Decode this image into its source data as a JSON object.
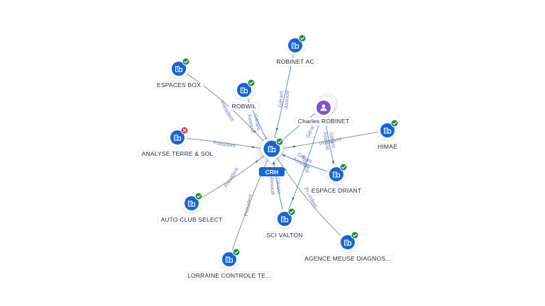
{
  "colors": {
    "accent": "#1565d8",
    "person": "#7b4fd6",
    "active": "#1e8a3a",
    "inactive": "#d32f4b",
    "edge_gerant": "#1f6fb8",
    "edge_president": "#4a7c59",
    "edge_label": "#6d7ab8"
  },
  "center": {
    "id": "crh",
    "label": "CRH",
    "status": "active",
    "icon": "company-icon"
  },
  "nodes": [
    {
      "id": "robinet-ac",
      "label": "ROBINET AC",
      "type": "company",
      "status": "active",
      "icon": "company-icon"
    },
    {
      "id": "espaces-box",
      "label": "ESPACES BOX",
      "type": "company",
      "status": "active",
      "icon": "company-icon"
    },
    {
      "id": "robwil",
      "label": "ROBWIL",
      "type": "company",
      "status": "active",
      "icon": "company-icon"
    },
    {
      "id": "charles-robinet",
      "label": "Charles ROBINET",
      "type": "person",
      "status": "none",
      "icon": "person-icon"
    },
    {
      "id": "himae",
      "label": "HIMAÉ",
      "type": "company",
      "status": "active",
      "icon": "company-icon"
    },
    {
      "id": "analyse-terre",
      "label": "ANALYSE TERRE & SOL",
      "type": "company",
      "status": "inactive",
      "icon": "company-icon"
    },
    {
      "id": "espace-driant",
      "label": "ESPACE DRIANT",
      "type": "company",
      "status": "active",
      "icon": "company-icon"
    },
    {
      "id": "auto-club",
      "label": "AUTO CLUB SELECT",
      "type": "company",
      "status": "active",
      "icon": "company-icon"
    },
    {
      "id": "sci-valton",
      "label": "SCI VALTON",
      "type": "company",
      "status": "active",
      "icon": "company-icon"
    },
    {
      "id": "agence-meuse",
      "label": "AGENCE MEUSE DIAGNOS...",
      "type": "company",
      "status": "active",
      "icon": "company-icon"
    },
    {
      "id": "lorraine",
      "label": "LORRAINE CONTROLE TE...",
      "type": "company",
      "status": "active",
      "icon": "company-icon"
    }
  ],
  "edges": [
    {
      "id": "e-robinet-ac",
      "from": "robinet-ac",
      "to": "crh",
      "role": "gerant",
      "labels": [
        "Gérant",
        "Associé"
      ]
    },
    {
      "id": "e-espaces-box",
      "from": "espaces-box",
      "to": "crh",
      "role": "president",
      "labels": [
        "Président"
      ]
    },
    {
      "id": "e-robwil",
      "from": "robwil",
      "to": "crh",
      "role": "gerant",
      "labels": [
        "Gérant",
        "Associé"
      ]
    },
    {
      "id": "e-analyse",
      "from": "analyse-terre",
      "to": "crh",
      "role": "president",
      "labels": [
        "Président"
      ]
    },
    {
      "id": "e-auto-club",
      "from": "auto-club",
      "to": "crh",
      "role": "president",
      "labels": [
        "Président"
      ]
    },
    {
      "id": "e-lorraine",
      "from": "lorraine",
      "to": "crh",
      "role": "president",
      "labels": [
        "Président"
      ]
    },
    {
      "id": "e-sci-valton",
      "from": "sci-valton",
      "to": "crh",
      "role": "gerant",
      "labels": [
        "Gérant",
        "Associé"
      ]
    },
    {
      "id": "e-himae",
      "from": "himae",
      "to": "crh",
      "role": "president",
      "labels": [
        "Président"
      ]
    },
    {
      "id": "e-espace-driant",
      "from": "espace-driant",
      "to": "crh",
      "role": "gerant",
      "labels": [
        "Gérant",
        "Associé"
      ]
    },
    {
      "id": "e-agence-meuse",
      "from": "agence-meuse",
      "to": "crh",
      "role": "president",
      "labels": [
        "Président"
      ]
    },
    {
      "id": "e-charles-crh",
      "from": "charles-robinet",
      "to": "crh",
      "role": "gerant",
      "labels": [
        "Gérant"
      ]
    },
    {
      "id": "e-charles-driant",
      "from": "charles-robinet",
      "to": "espace-driant",
      "role": "gerant",
      "labels": [
        "Gérant",
        "Associé"
      ]
    },
    {
      "id": "e-charles-valton",
      "from": "charles-robinet",
      "to": "sci-valton",
      "role": "gerant",
      "labels": [
        "Associé"
      ]
    }
  ]
}
